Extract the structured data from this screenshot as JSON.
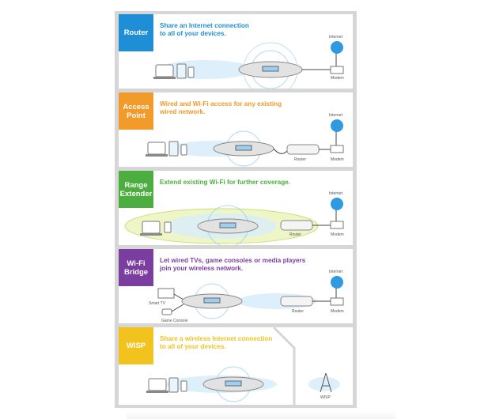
{
  "colors": {
    "router": "#1e8fd6",
    "access_point": "#f29a2a",
    "range_extender": "#4cae3e",
    "wifi_bridge": "#7b3ea0",
    "wisp": "#f2c21e",
    "frame": "#d6d6d6"
  },
  "modes": [
    {
      "tag": "Router",
      "desc": "Share an Internet connection\nto all of your devices.",
      "labels": {
        "internet": "Internet",
        "modem": "Modem"
      }
    },
    {
      "tag": "Access\nPoint",
      "desc": "Wired and Wi-Fi access for any existing\nwired network.",
      "labels": {
        "internet": "Internet",
        "router": "Router",
        "modem": "Modem"
      }
    },
    {
      "tag": "Range\nExtender",
      "desc": "Extend existing Wi-Fi for further coverage.",
      "labels": {
        "internet": "Internet",
        "router": "Router",
        "modem": "Modem"
      }
    },
    {
      "tag": "Wi-Fi\nBridge",
      "desc": "Let wired TVs, game consoles or media players\njoin your wireless network.",
      "labels": {
        "internet": "Internet",
        "router": "Router",
        "modem": "Modem",
        "smart_tv": "Smart TV",
        "game_console": "Game Console"
      }
    },
    {
      "tag": "WISP",
      "desc": "Share a wireless Internet connection\nto all of your devices.",
      "labels": {
        "wisp": "WISP"
      }
    }
  ]
}
